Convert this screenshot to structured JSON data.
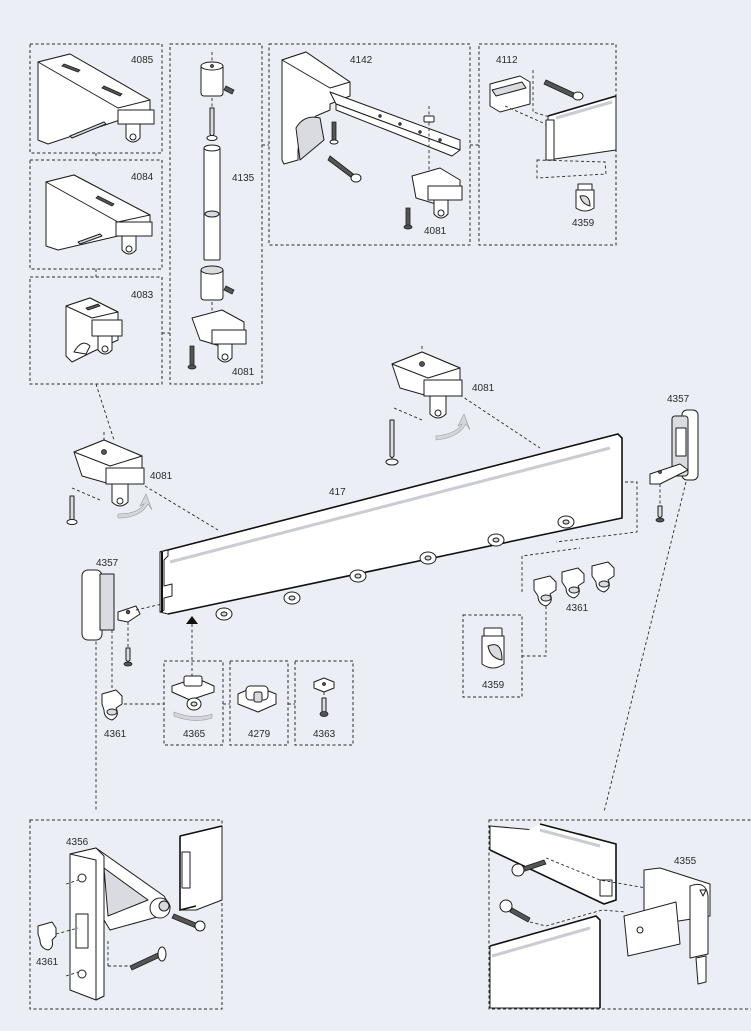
{
  "diagram": {
    "title": "Curtain rail system exploded assembly diagram",
    "background": "#eceef5",
    "line_color": "#1e1e1e",
    "part_labels": {
      "bracket_4085": "4085",
      "bracket_4084": "4084",
      "bracket_4083": "4083",
      "rod_4135": "4135",
      "rod_clip_4081": "4081",
      "extension_bracket_4142": "4142",
      "extension_clip_4081": "4081",
      "ceiling_clip_4112": "4112",
      "ceiling_glider_4359": "4359",
      "top_clip_4081": "4081",
      "left_clip_4081": "4081",
      "end_cap_right_4357": "4357",
      "rail_417": "417",
      "end_cap_left_4357": "4357",
      "glider_left_4361": "4361",
      "runner_4365": "4365",
      "joiner_4279": "4279",
      "stop_4363": "4363",
      "gliders_4361": "4361",
      "glider_box_4359": "4359",
      "wall_bracket_4356": "4356",
      "wall_bracket_glider_4361": "4361",
      "corner_4355": "4355"
    }
  }
}
